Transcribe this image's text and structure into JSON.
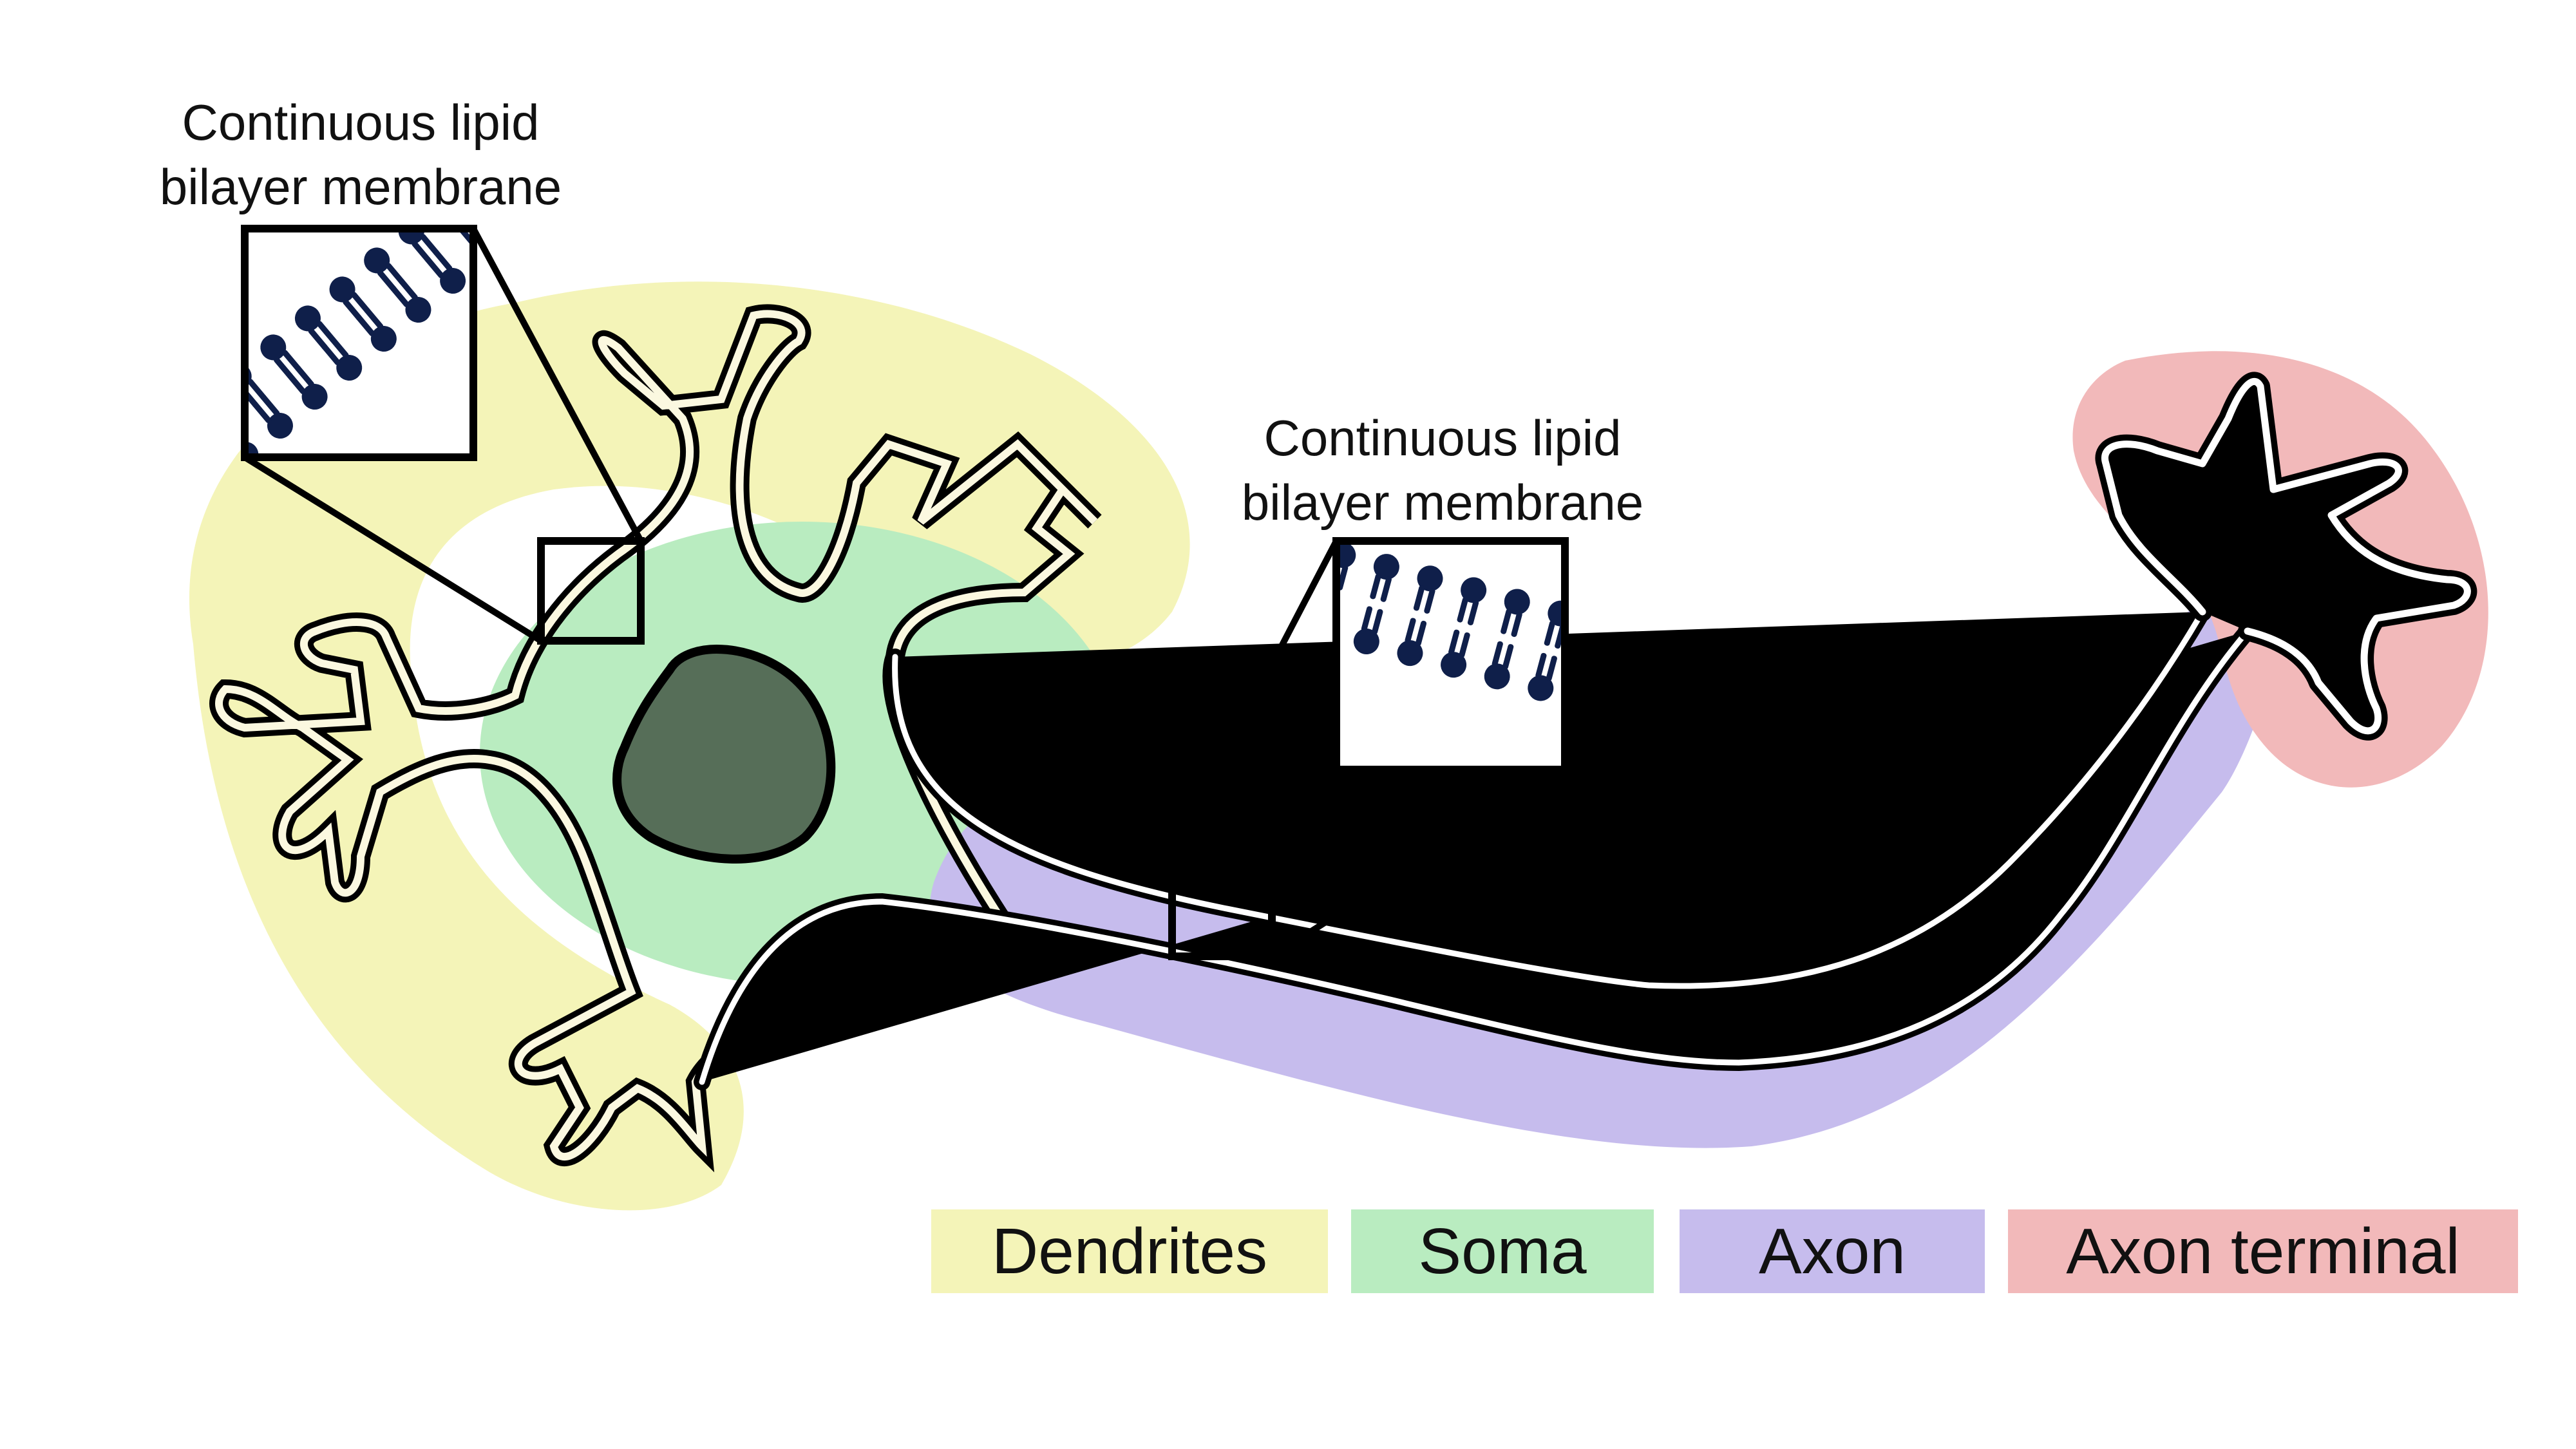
{
  "callouts": [
    {
      "line1": "Continuous lipid",
      "line2": "bilayer membrane"
    },
    {
      "line1": "Continuous lipid",
      "line2": "bilayer membrane"
    }
  ],
  "legend": [
    {
      "label": "Dendrites",
      "color": "#f4f4b8"
    },
    {
      "label": "Soma",
      "color": "#b9ecc0"
    },
    {
      "label": "Axon",
      "color": "#c6bced"
    },
    {
      "label": "Axon terminal",
      "color": "#f2b9ba"
    }
  ],
  "colors": {
    "dendrites": "#f4f4b8",
    "soma": "#b9ecc0",
    "axon": "#c6bced",
    "axon_terminal": "#f2b9ba",
    "nucleus": "#566e58",
    "membrane_inner": "#fbf8e0",
    "lipid": "#0f1f4a",
    "outline": "#000000"
  },
  "icons": {
    "lipid_inset": "lipid-bilayer-icon",
    "neuron": "neuron-outline"
  }
}
